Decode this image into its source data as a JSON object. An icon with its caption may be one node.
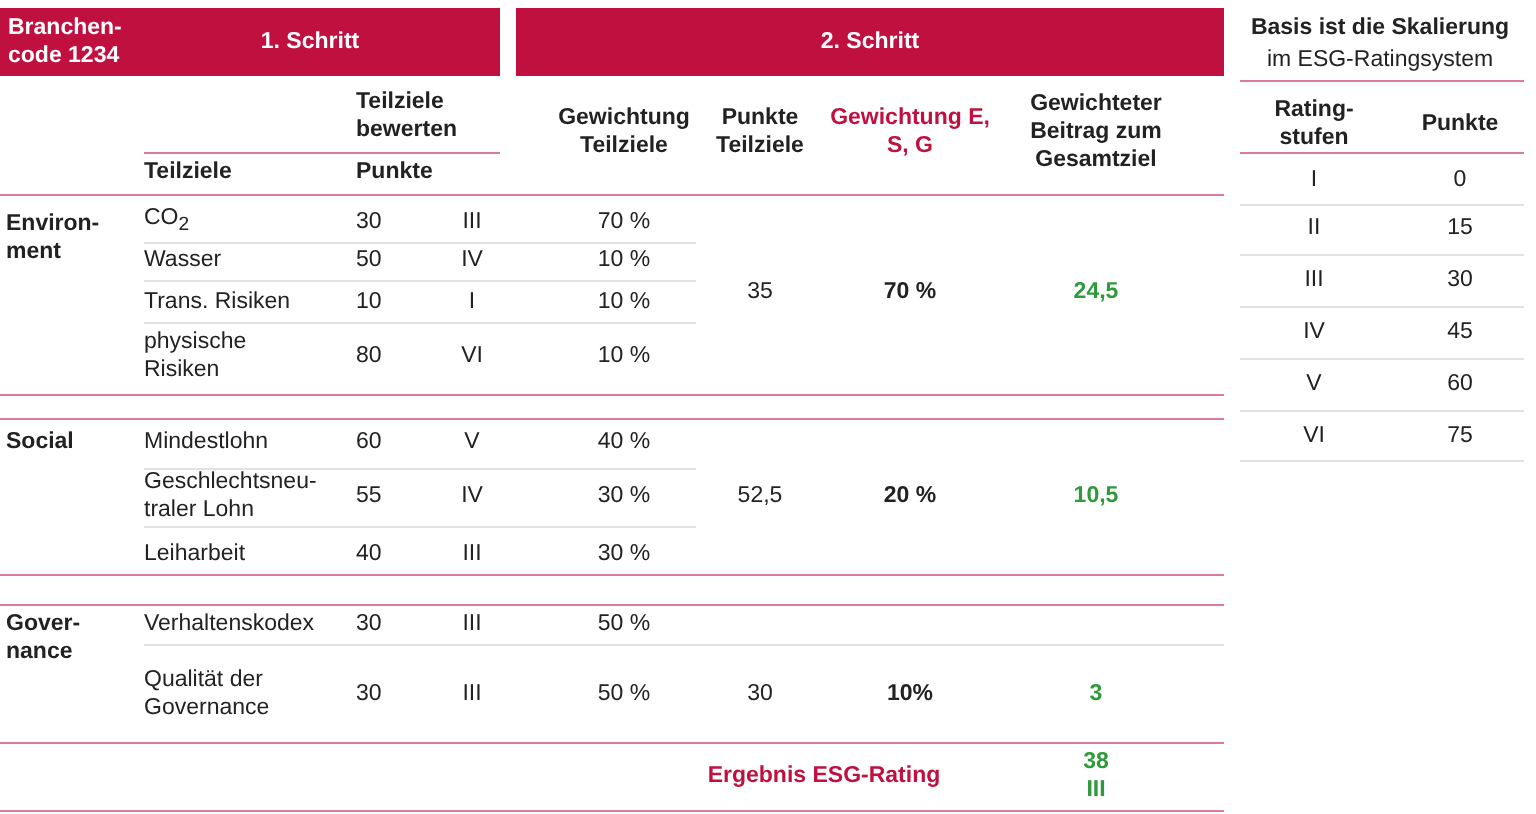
{
  "diagram": {
    "nodes": [
      {
        "text": [
          "Branchen-code 1234",
          "1. Schritt"
        ]
      },
      {
        "text": [
          "2. Schritt"
        ]
      }
    ],
    "labels": [
      "Teilziele bewerten",
      "Gewichtung Teilziele",
      "Punkte Teilziele",
      "Gewichtung E, S, G",
      "Gewichteter Beitrag zum Gesamtziel",
      "Teilziele",
      "Punkte",
      "Environ-ment",
      "CO$_{2}$",
      "30",
      "III",
      "70 %",
      "Wasser",
      "50",
      "IV",
      "10 %",
      "Trans. Risiken",
      "10",
      "I",
      "10 %",
      "physische Risiken",
      "80",
      "VI",
      "10 %",
      "35",
      "70 %",
      "24,5",
      "Social",
      "Mindestlohn",
      "60",
      "V",
      "40 %",
      "Geschlechtsneu-traler Lohn",
      "55",
      "IV",
      "30 %",
      "Leiharbeit",
      "40",
      "III",
      "30 %",
      "52,5",
      "20 %",
      "10,5",
      "Gover-nance",
      "Verhaltenskodex",
      "30",
      "III",
      "50 %",
      "Qualität der Governance",
      "30",
      "III",
      "50 %",
      "30",
      "10%",
      "3",
      "Ergebnis ESG-Rating",
      "38 III",
      "Basis ist die Skalierung",
      "im ESG-Ratingsystem",
      "Rating-stufen",
      "Punkte",
      "I",
      "0",
      "II",
      "15",
      "III",
      "30",
      "IV",
      "45",
      "V",
      "60",
      "VI",
      "75"
    ]
  }
}
